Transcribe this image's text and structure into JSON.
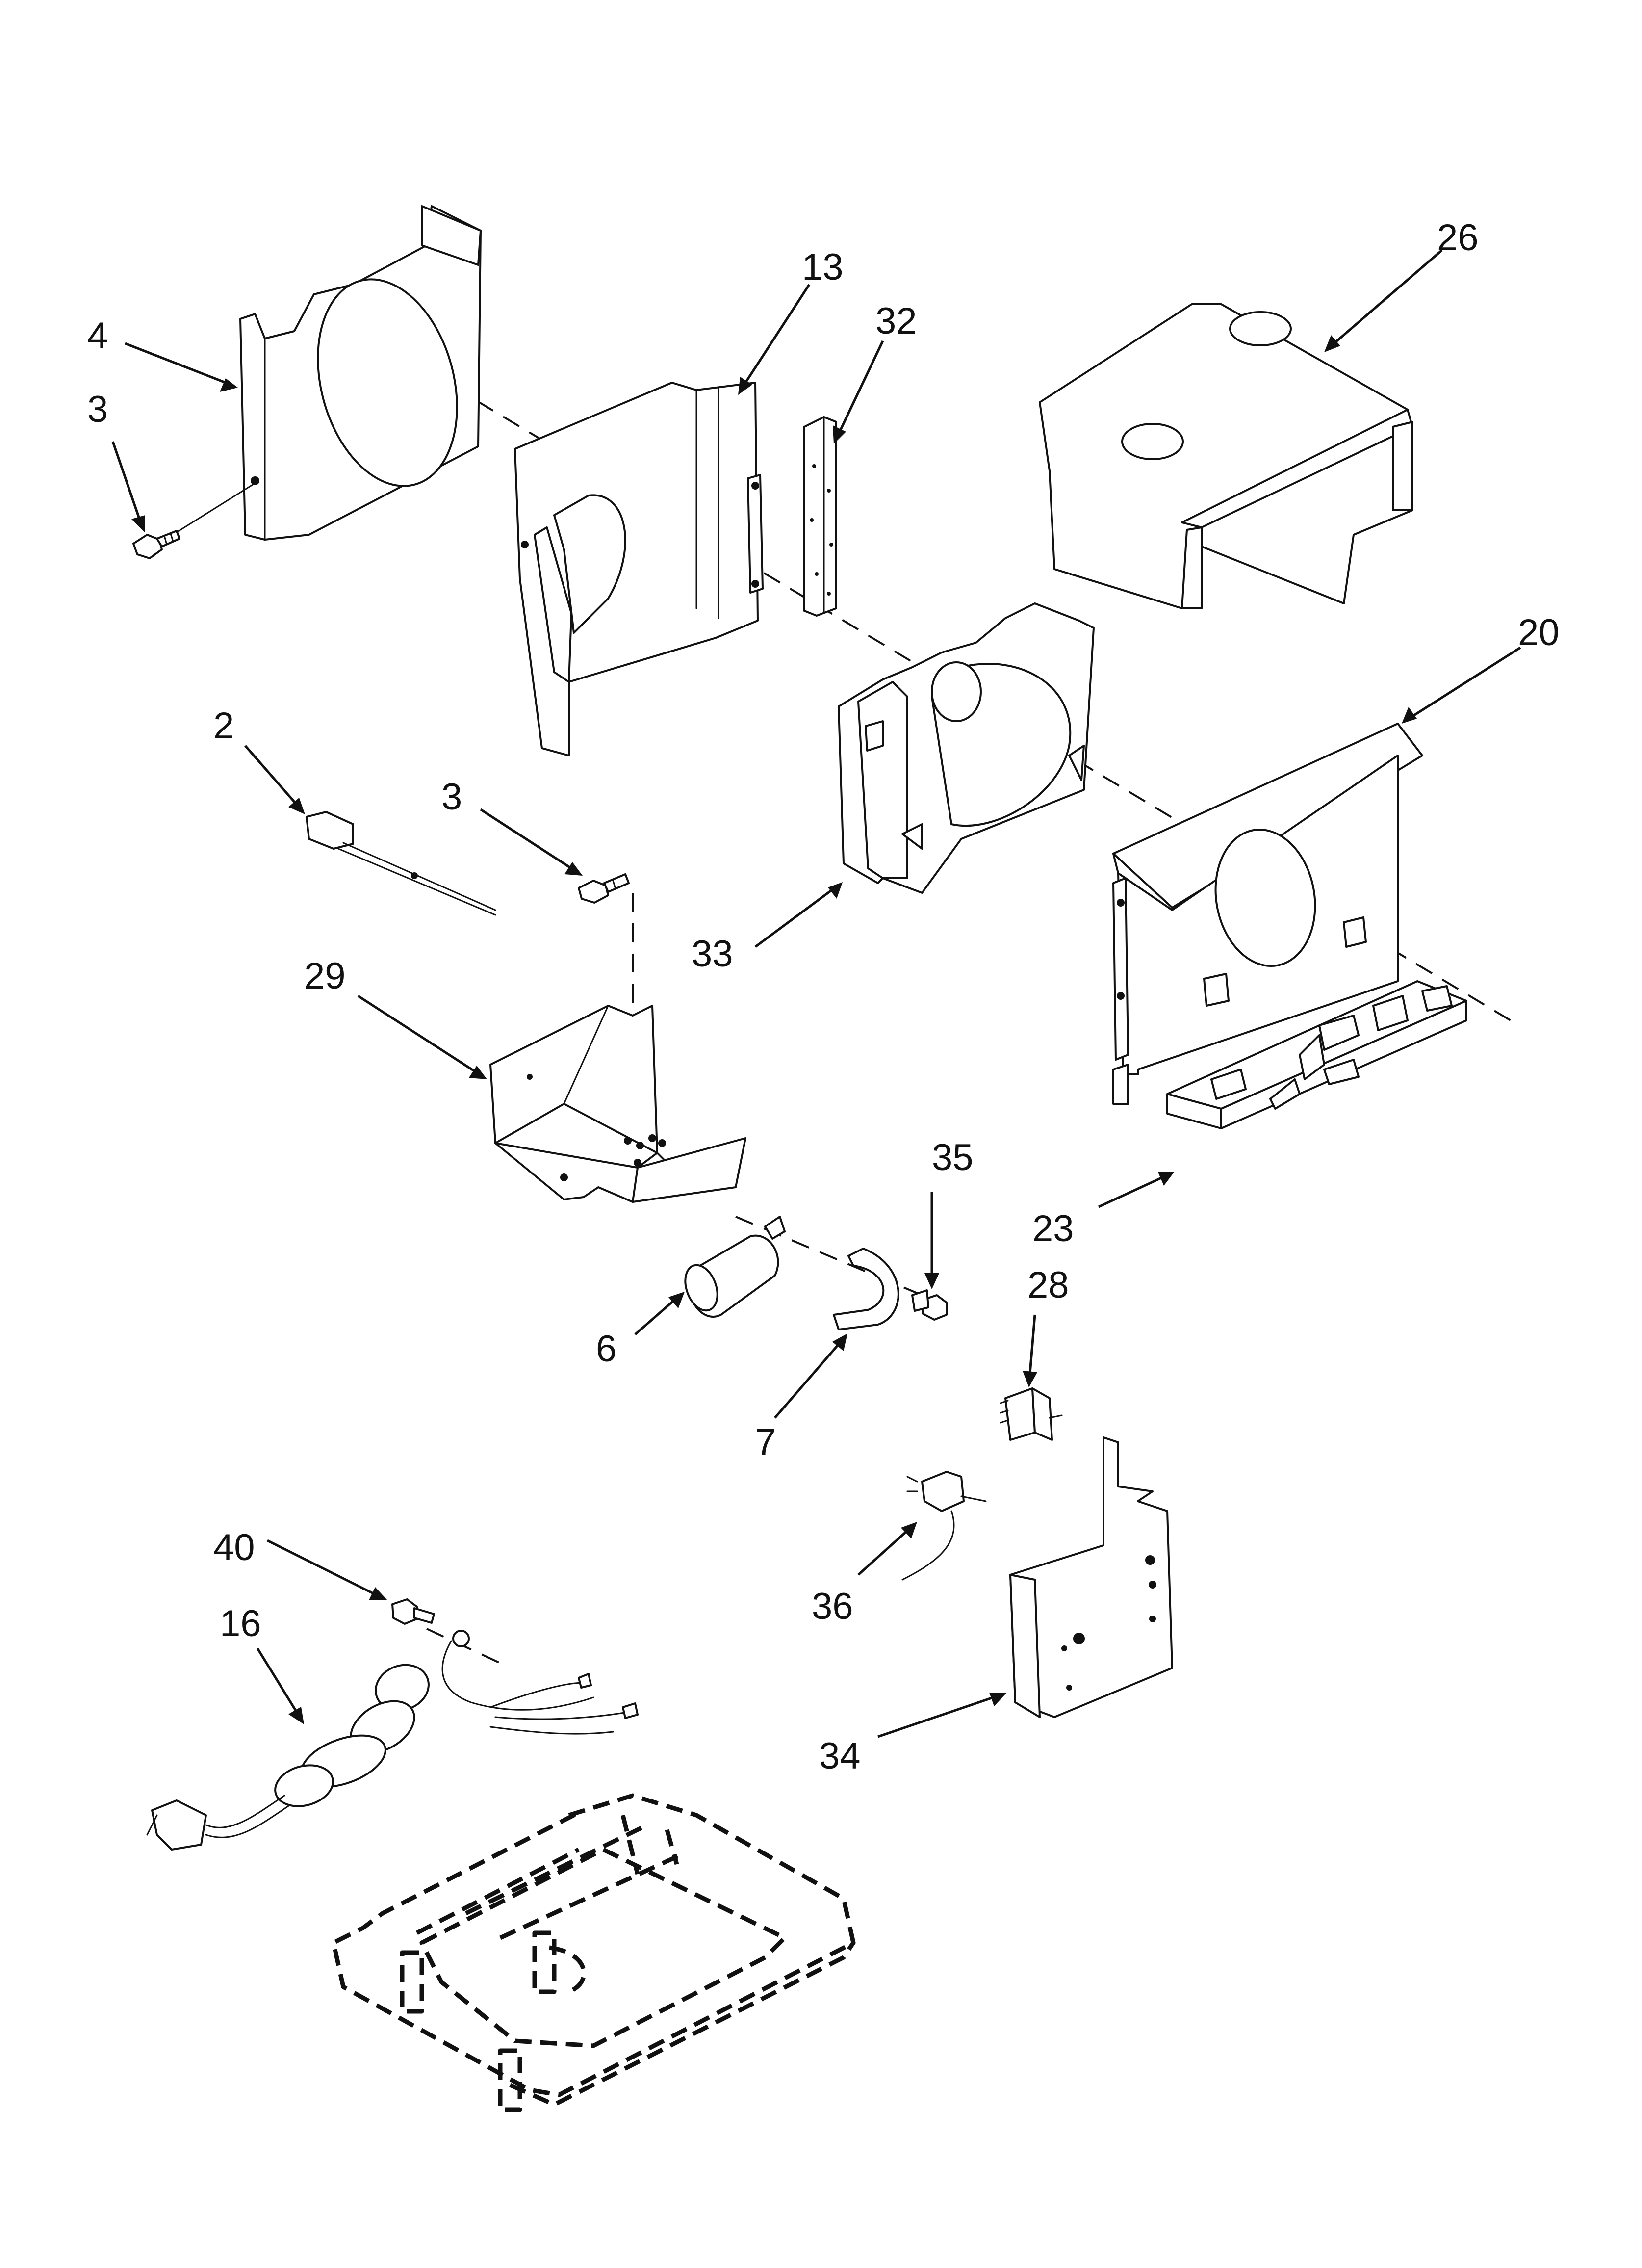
{
  "callouts": [
    {
      "id": "c-4",
      "label": "4"
    },
    {
      "id": "c-3a",
      "label": "3"
    },
    {
      "id": "c-13",
      "label": "13"
    },
    {
      "id": "c-32",
      "label": "32"
    },
    {
      "id": "c-26",
      "label": "26"
    },
    {
      "id": "c-20",
      "label": "20"
    },
    {
      "id": "c-2",
      "label": "2"
    },
    {
      "id": "c-3b",
      "label": "3"
    },
    {
      "id": "c-29",
      "label": "29"
    },
    {
      "id": "c-33",
      "label": "33"
    },
    {
      "id": "c-35",
      "label": "35"
    },
    {
      "id": "c-23",
      "label": "23"
    },
    {
      "id": "c-28",
      "label": "28"
    },
    {
      "id": "c-6",
      "label": "6"
    },
    {
      "id": "c-7",
      "label": "7"
    },
    {
      "id": "c-40",
      "label": "40"
    },
    {
      "id": "c-16",
      "label": "16"
    },
    {
      "id": "c-36",
      "label": "36"
    },
    {
      "id": "c-34",
      "label": "34"
    }
  ]
}
